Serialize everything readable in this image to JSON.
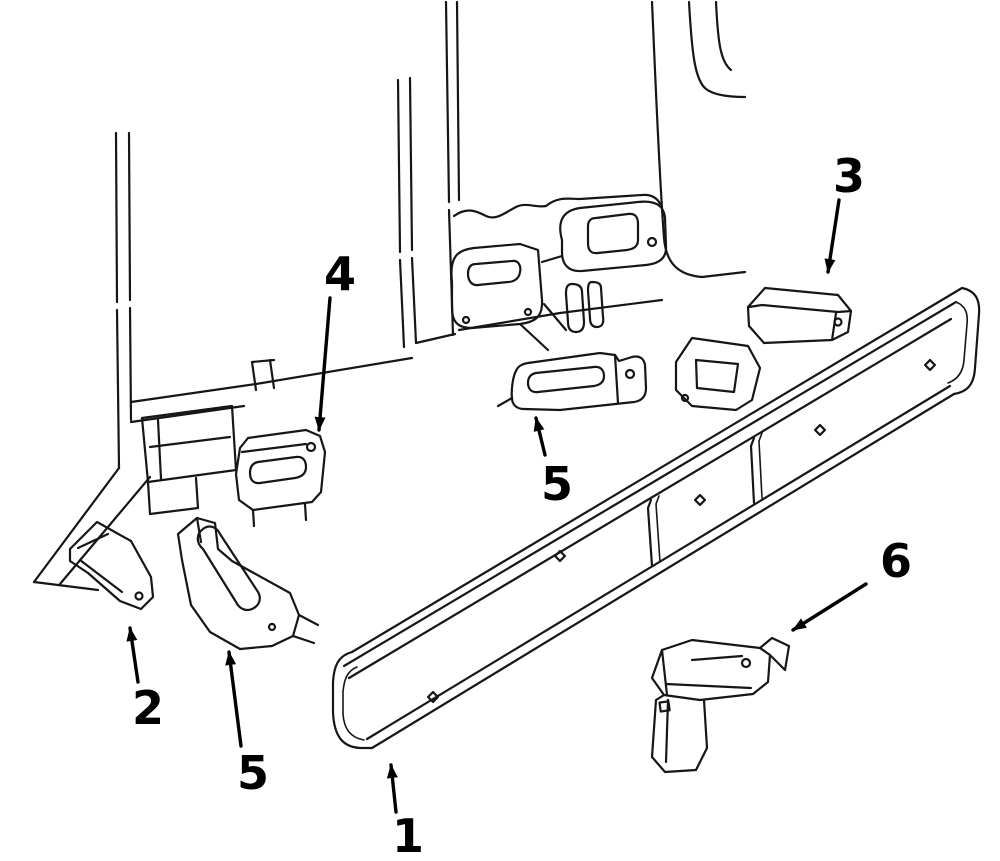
{
  "diagram": {
    "background_color": "#ffffff",
    "line_color": "#161616",
    "callout_color": "#000000",
    "callouts": [
      {
        "label": "1"
      },
      {
        "label": "2"
      },
      {
        "label": "3"
      },
      {
        "label": "4"
      },
      {
        "label": "5"
      },
      {
        "label": "5"
      },
      {
        "label": "6"
      }
    ]
  }
}
